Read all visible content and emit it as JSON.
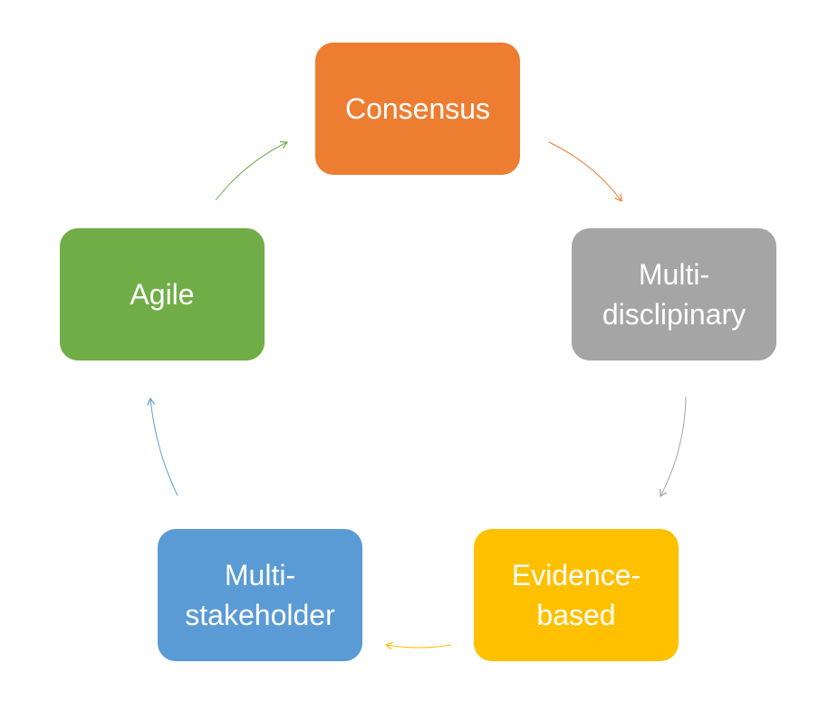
{
  "title": "Cycle diagram",
  "nodes": [
    {
      "id": "consensus",
      "lines": [
        "Consensus"
      ],
      "color": "#ED7D31"
    },
    {
      "id": "multidisciplinary",
      "lines": [
        "Multi-",
        "disclipinary"
      ],
      "color": "#A5A5A5"
    },
    {
      "id": "evidence-based",
      "lines": [
        "Evidence-",
        "based"
      ],
      "color": "#FFC000"
    },
    {
      "id": "multistakeholder",
      "lines": [
        "Multi-",
        "stakeholder"
      ],
      "color": "#5B9BD5"
    },
    {
      "id": "agile",
      "lines": [
        "Agile"
      ],
      "color": "#70AD47"
    }
  ],
  "arrows": [
    {
      "from": "consensus",
      "to": "multidisciplinary",
      "color": "#ED7D31"
    },
    {
      "from": "multidisciplinary",
      "to": "evidence-based",
      "color": "#A5A5A5"
    },
    {
      "from": "evidence-based",
      "to": "multistakeholder",
      "color": "#FFC000"
    },
    {
      "from": "multistakeholder",
      "to": "agile",
      "color": "#5B9BD5"
    },
    {
      "from": "agile",
      "to": "consensus",
      "color": "#70AD47"
    }
  ]
}
